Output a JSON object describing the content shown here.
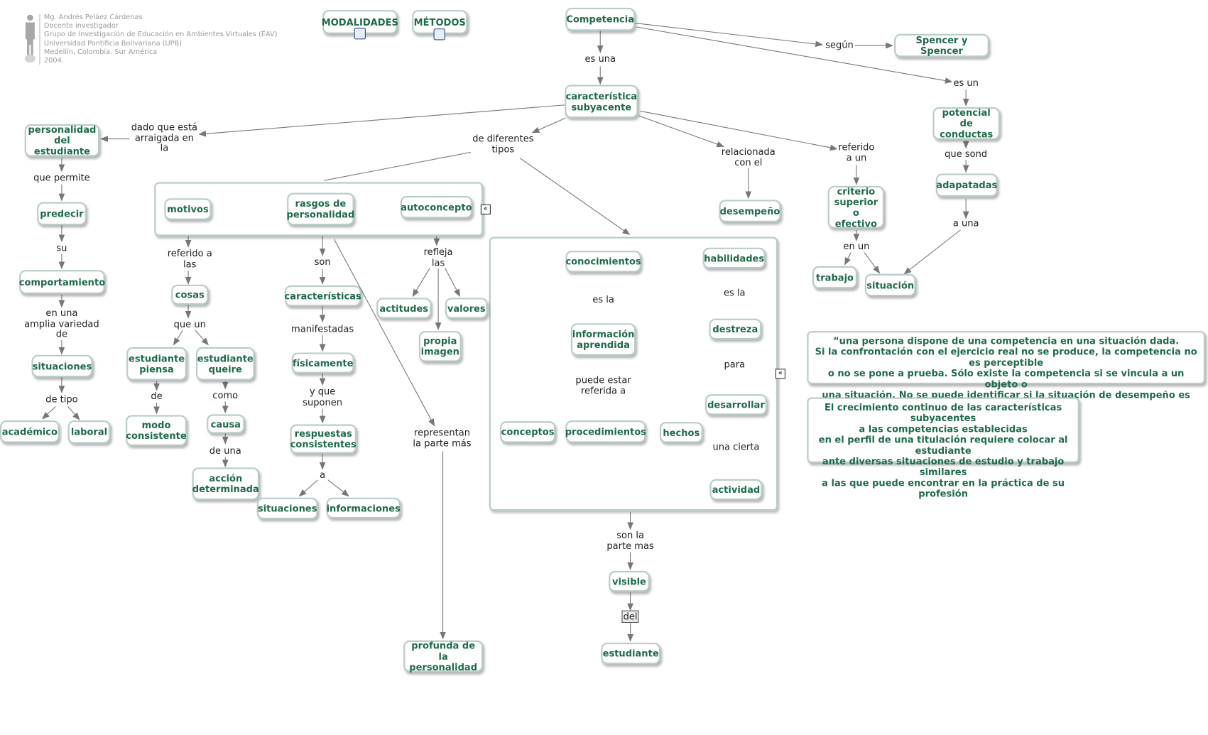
{
  "credit": {
    "lines": [
      "Mg. Andrés Peláez Cárdenas",
      "Docente investigador",
      "Grupo de Investigación de Educación en Ambientes Virtuales  (EAV)",
      "Universidad Pontificia Bolivariana (UPB)",
      "Medellín, Colombia. Sur América",
      "2004."
    ],
    "icon": "person-silhouette-icon"
  },
  "nodes": {
    "modalidades": "MODALIDADES",
    "metodos": "MÉTODOS",
    "competencia": "Competencia",
    "spencer": "Spencer y Spencer",
    "caracteristica": "característica\nsubyacente",
    "potencial": "potencial de\nconductas",
    "adapatadas": "adapatadas",
    "personalidad": "personalidad\ndel estudiante",
    "predecir": "predecir",
    "comportamiento": "comportamiento",
    "situaciones_left": "situaciones",
    "academico": "académico",
    "laboral": "laboral",
    "motivos": "motivos",
    "rasgos": "rasgos de\npersonalidad",
    "autoconcepto": "autoconcepto",
    "desempeno": "desempeño",
    "criterio": "criterio\nsuperior o\nefectivo",
    "trabajo": "trabajo",
    "situacion": "situación",
    "cosas": "cosas",
    "estudiante_piensa": "estudiante\npiensa",
    "estudiante_queire": "estudiante\nqueire",
    "modo": "modo\nconsistente",
    "causa": "causa",
    "accion": "acción\ndeterminada",
    "caracteristicas": "características",
    "fisicamente": "físicamente",
    "respuestas": "respuestas\nconsistentes",
    "situaciones_mid": "situaciones",
    "informaciones": "informaciones",
    "actitudes": "actitudes",
    "valores": "valores",
    "propia_imagen": "propia\nimagen",
    "conocimientos": "conocimientos",
    "habilidades": "habilidades",
    "informacion": "información\naprendida",
    "destreza": "destreza",
    "desarrollar": "desarrollar",
    "actividad": "actividad",
    "conceptos": "conceptos",
    "procedimientos": "procedimientos",
    "hechos": "hechos",
    "visible": "visible",
    "estudiante": "estudiante",
    "profunda": "profunda de\nla personalidad"
  },
  "links": {
    "segun": "según",
    "es_una": "es una",
    "es_un": "es un",
    "que_sond": "que sond",
    "a_una": "a una",
    "dado_que": "dado que está\narraigada en\nla",
    "de_diferentes": "de diferentes\ntipos",
    "relacionada": "relacionada\ncon el",
    "referido_a_un": "referido\na un",
    "en_un": "en un",
    "que_permite": "que permite",
    "su": "su",
    "amplia": "en una\namplia variedad\nde",
    "de_tipo": "de tipo",
    "referido_a_las": "referido a\nlas",
    "que_un": "que un",
    "de": "de",
    "como": "como",
    "de_una": "de una",
    "son": "son",
    "manifestadas": "manifestadas",
    "y_que": "y que\nsuponen",
    "a": "a",
    "refleja": "refleja\nlas",
    "representan": "representan\nla parte más",
    "es_la_1": "es la",
    "puede_estar": "puede estar\nreferida a",
    "es_la_2": "es la",
    "para": "para",
    "una_cierta": "una cierta",
    "son_la": "son la\nparte mas",
    "del": "del"
  },
  "notes": {
    "quote": "“una persona dispone de una competencia en una situación dada.\nSi la confrontación con el ejercicio real no se produce, la competencia no es perceptible\no no se pone a prueba. Sólo existe la competencia si se vincula a un objeto o\nuna situación. No se puede identificar si la situación de desempeño es desconocida”.",
    "crecimiento": "El crecimiento continuo de las características subyacentes\na las competencias establecidas\nen el perfil de una titulación requiere colocar al estudiante\nante diversas situaciones de estudio y trabajo similares\na las que puede encontrar en la práctica de su profesión"
  },
  "collapse_glyph": "«",
  "colors": {
    "node_text": "#1f6b4a",
    "node_border": "#b9cdc8",
    "link": "#777777"
  }
}
